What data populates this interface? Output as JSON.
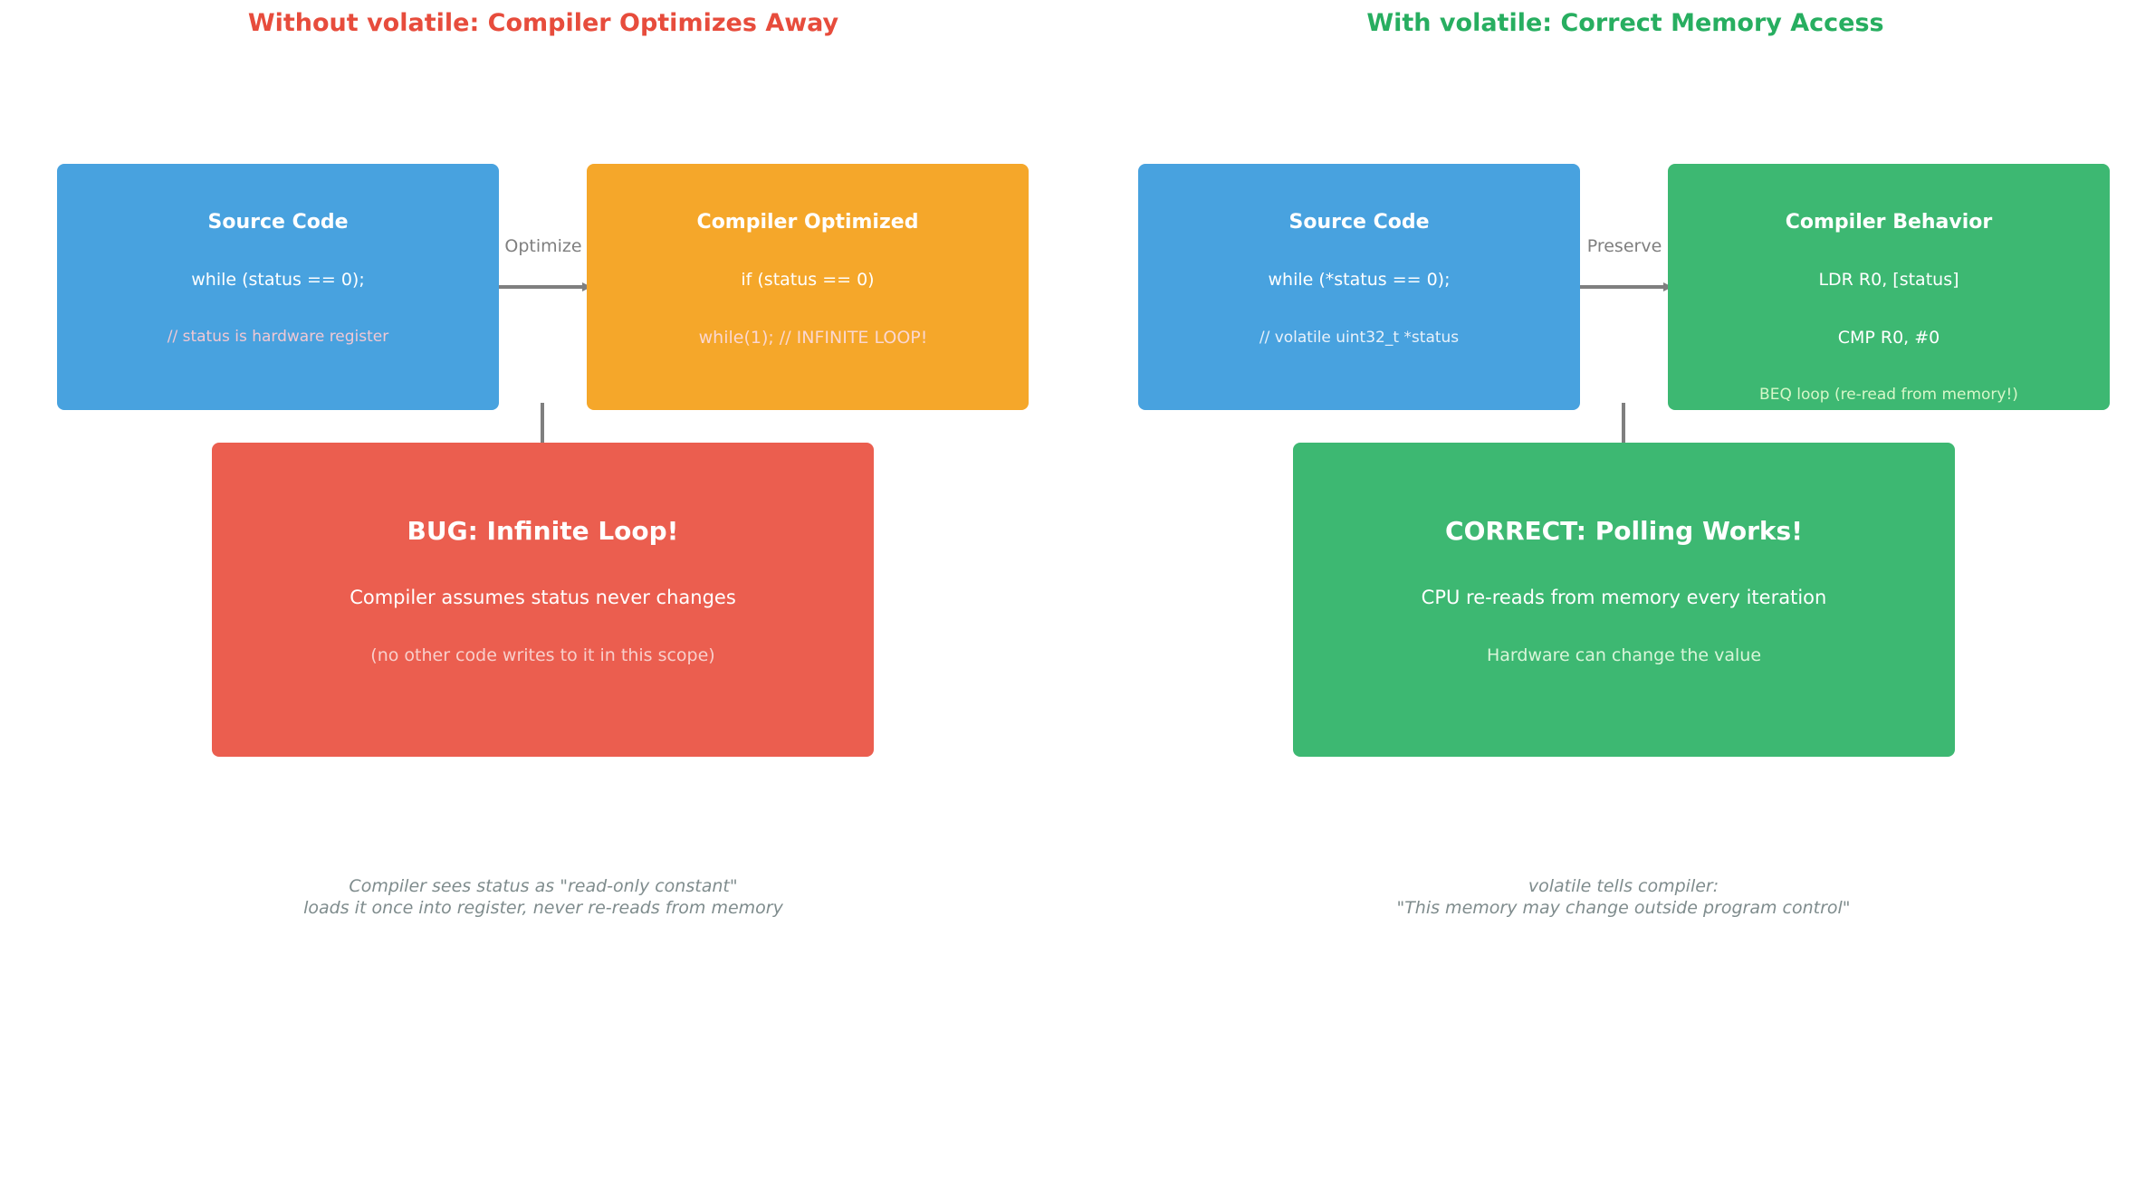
{
  "left": {
    "title": "Without volatile: Compiler Optimizes Away",
    "source": {
      "heading": "Source Code",
      "line1": "while (status == 0);",
      "line2": "// status is hardware register"
    },
    "arrow_label": "Optimize",
    "compiled": {
      "heading": "Compiler Optimized",
      "line1": "if (status == 0)",
      "line2": "while(1); // INFINITE LOOP!"
    },
    "result": {
      "heading": "BUG: Infinite Loop!",
      "line1": "Compiler assumes status never changes",
      "line2": "(no other code writes to it in this scope)"
    },
    "note": {
      "line1": "Compiler sees status as \"read-only constant\"",
      "line2": "loads it once into register, never re-reads from memory"
    }
  },
  "right": {
    "title": "With volatile: Correct Memory Access",
    "source": {
      "heading": "Source Code",
      "line1": "while (*status == 0);",
      "line2": "// volatile uint32_t *status"
    },
    "arrow_label": "Preserve",
    "compiled": {
      "heading": "Compiler Behavior",
      "line1": "LDR R0, [status]",
      "line2": "CMP R0, #0",
      "line3": "BEQ loop (re-read from memory!)"
    },
    "result": {
      "heading": "CORRECT: Polling Works!",
      "line1": "CPU re-reads from memory every iteration",
      "line2": "Hardware can change the value"
    },
    "note": {
      "line1": "volatile tells compiler:",
      "line2": "\"This memory may change outside program control\""
    }
  },
  "colors": {
    "red": "#e74c3c",
    "green": "#27ae60",
    "blue": "#48a2df",
    "orange": "#f5a72a",
    "box_green": "#3db872",
    "box_red": "#eb5e4f",
    "arrow": "#7f7f7f"
  }
}
